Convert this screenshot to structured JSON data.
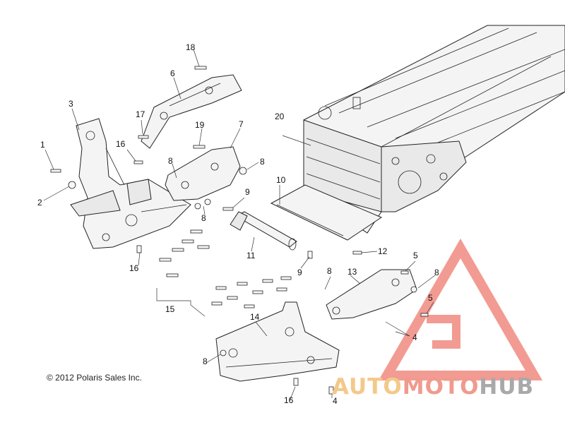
{
  "copyright": "© 2012 Polaris Sales Inc.",
  "watermark": {
    "part_a": "AUTO",
    "part_b": "MOTO",
    "part_c": "HUB",
    "color_triangle": "#f08a80",
    "color_a": "#f3c98a",
    "color_b": "#f09a8e",
    "color_c": "#a9a9a9"
  },
  "callouts": [
    "1",
    "2",
    "3",
    "4",
    "4",
    "5",
    "5",
    "6",
    "7",
    "8",
    "8",
    "8",
    "8",
    "8",
    "8",
    "9",
    "9",
    "10",
    "11",
    "12",
    "13",
    "14",
    "15",
    "16",
    "16",
    "16",
    "17",
    "18",
    "19",
    "20"
  ]
}
